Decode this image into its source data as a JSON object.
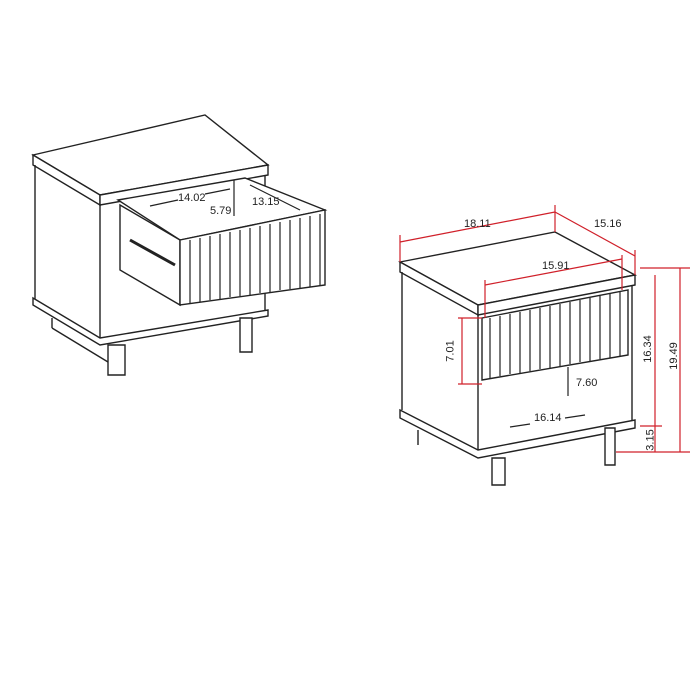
{
  "units": "inches",
  "left_view": {
    "drawer_interior_width": "14.02",
    "drawer_interior_height": "5.79",
    "drawer_interior_depth": "13.15"
  },
  "right_view": {
    "overall_width": "18.11",
    "overall_depth": "15.16",
    "drawer_front_width": "15.91",
    "drawer_front_height": "7.01",
    "open_shelf_height": "7.60",
    "open_shelf_width": "16.14",
    "body_height": "16.34",
    "overall_height": "19.49",
    "leg_height": "3.15"
  },
  "colors": {
    "line": "#222222",
    "dimension": "#d0202a"
  }
}
